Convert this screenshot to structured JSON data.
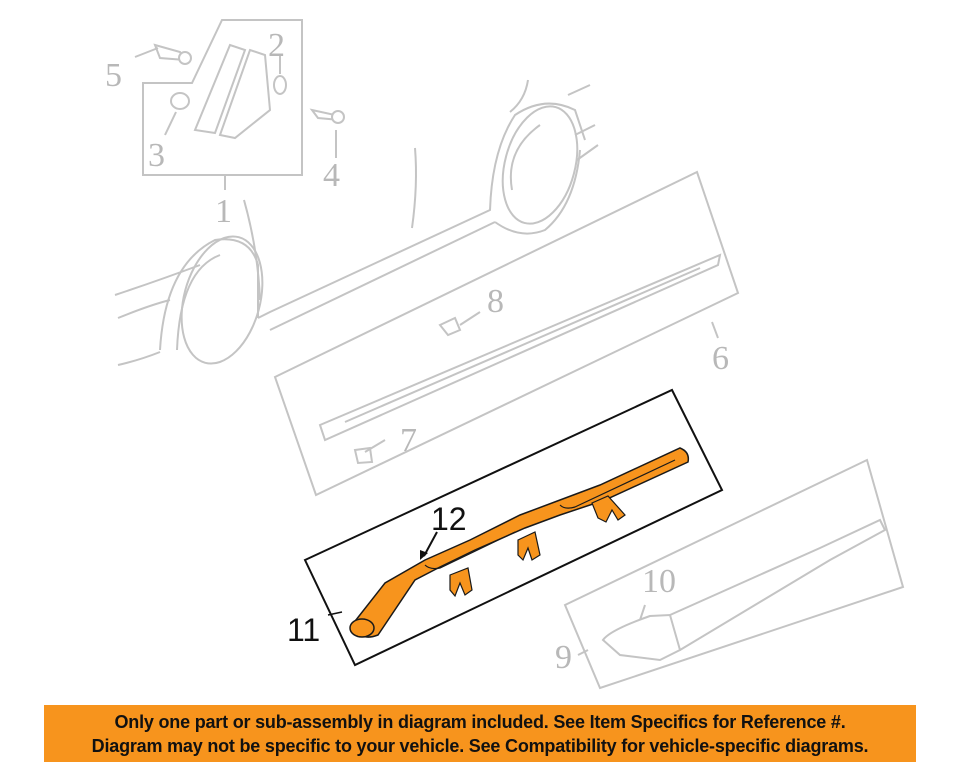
{
  "diagram": {
    "callouts": [
      {
        "id": "1",
        "label": "1"
      },
      {
        "id": "2",
        "label": "2"
      },
      {
        "id": "3",
        "label": "3"
      },
      {
        "id": "4",
        "label": "4"
      },
      {
        "id": "5",
        "label": "5"
      },
      {
        "id": "6",
        "label": "6"
      },
      {
        "id": "7",
        "label": "7"
      },
      {
        "id": "8",
        "label": "8"
      },
      {
        "id": "9",
        "label": "9"
      },
      {
        "id": "10",
        "label": "10"
      },
      {
        "id": "11",
        "label": "11"
      },
      {
        "id": "12",
        "label": "12"
      }
    ],
    "highlighted_part": "11",
    "highlight_color": "#f7941d",
    "inactive_color": "#c4c4c4"
  },
  "banner": {
    "line1": "Only one part or sub-assembly in diagram included. See Item Specifics for Reference #.",
    "line2": "Diagram may not be specific to your vehicle. See Compatibility for vehicle-specific diagrams.",
    "background": "#f7941d"
  }
}
